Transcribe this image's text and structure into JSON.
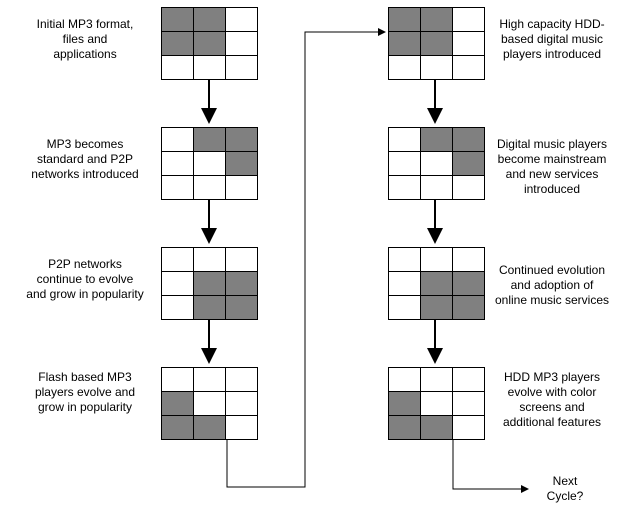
{
  "stages": [
    {
      "id": "s1",
      "lines": [
        "Initial MP3 format,",
        "files and",
        "applications"
      ],
      "filled": [
        [
          1,
          1,
          0
        ],
        [
          1,
          1,
          0
        ],
        [
          0,
          0,
          0
        ]
      ]
    },
    {
      "id": "s2",
      "lines": [
        "MP3 becomes",
        "standard and P2P",
        "networks introduced"
      ],
      "filled": [
        [
          0,
          1,
          1
        ],
        [
          0,
          0,
          1
        ],
        [
          0,
          0,
          0
        ]
      ]
    },
    {
      "id": "s3",
      "lines": [
        "P2P networks",
        "continue to evolve",
        "and grow in popularity"
      ],
      "filled": [
        [
          0,
          0,
          0
        ],
        [
          0,
          1,
          1
        ],
        [
          0,
          1,
          1
        ]
      ]
    },
    {
      "id": "s4",
      "lines": [
        "Flash based MP3",
        "players evolve and",
        "grow in popularity"
      ],
      "filled": [
        [
          0,
          0,
          0
        ],
        [
          1,
          0,
          0
        ],
        [
          1,
          1,
          0
        ]
      ]
    },
    {
      "id": "s5",
      "lines": [
        "High capacity HDD-",
        "based digital music",
        "players introduced"
      ],
      "filled": [
        [
          1,
          1,
          0
        ],
        [
          1,
          1,
          0
        ],
        [
          0,
          0,
          0
        ]
      ]
    },
    {
      "id": "s6",
      "lines": [
        "Digital music players",
        "become mainstream",
        "and new services",
        "introduced"
      ],
      "filled": [
        [
          0,
          1,
          1
        ],
        [
          0,
          0,
          1
        ],
        [
          0,
          0,
          0
        ]
      ]
    },
    {
      "id": "s7",
      "lines": [
        "Continued evolution",
        "and adoption of",
        "online music services"
      ],
      "filled": [
        [
          0,
          0,
          0
        ],
        [
          0,
          1,
          1
        ],
        [
          0,
          1,
          1
        ]
      ]
    },
    {
      "id": "s8",
      "lines": [
        "HDD MP3 players",
        "evolve with color",
        "screens and",
        "additional features"
      ],
      "filled": [
        [
          0,
          0,
          0
        ],
        [
          1,
          0,
          0
        ],
        [
          1,
          1,
          0
        ]
      ]
    }
  ],
  "next_cycle": {
    "lines": [
      "Next",
      "Cycle?"
    ]
  },
  "colors": {
    "filled_cell": "#808080",
    "empty_cell": "#ffffff",
    "line": "#000000"
  }
}
